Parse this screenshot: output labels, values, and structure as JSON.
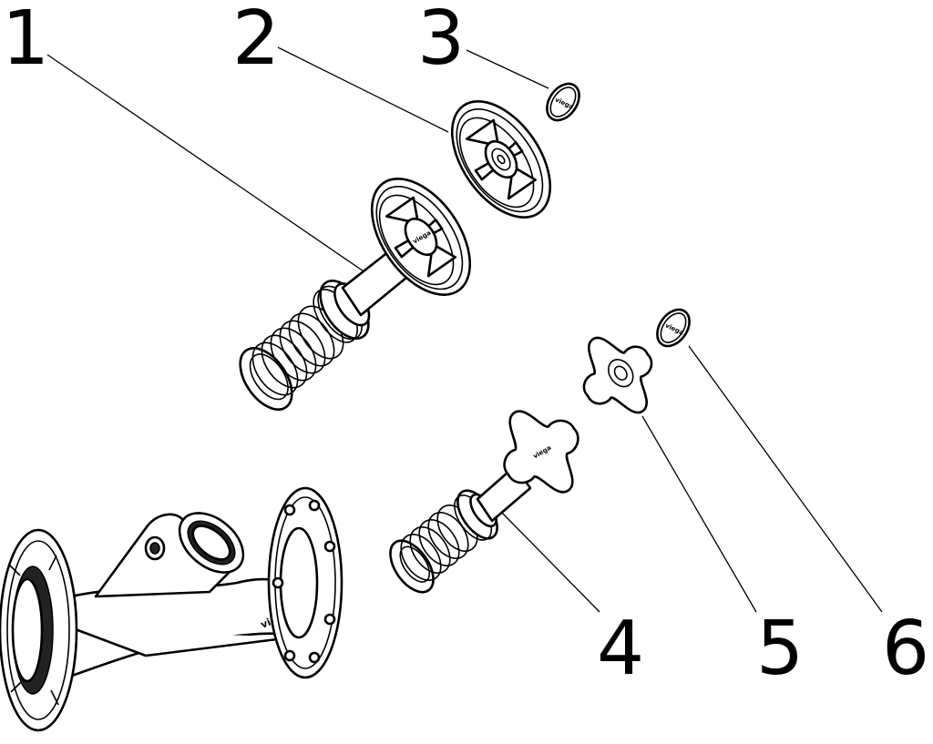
{
  "callouts": {
    "c1": "1",
    "c2": "2",
    "c3": "3",
    "c4": "4",
    "c5": "5",
    "c6": "6"
  },
  "brand": "viega"
}
